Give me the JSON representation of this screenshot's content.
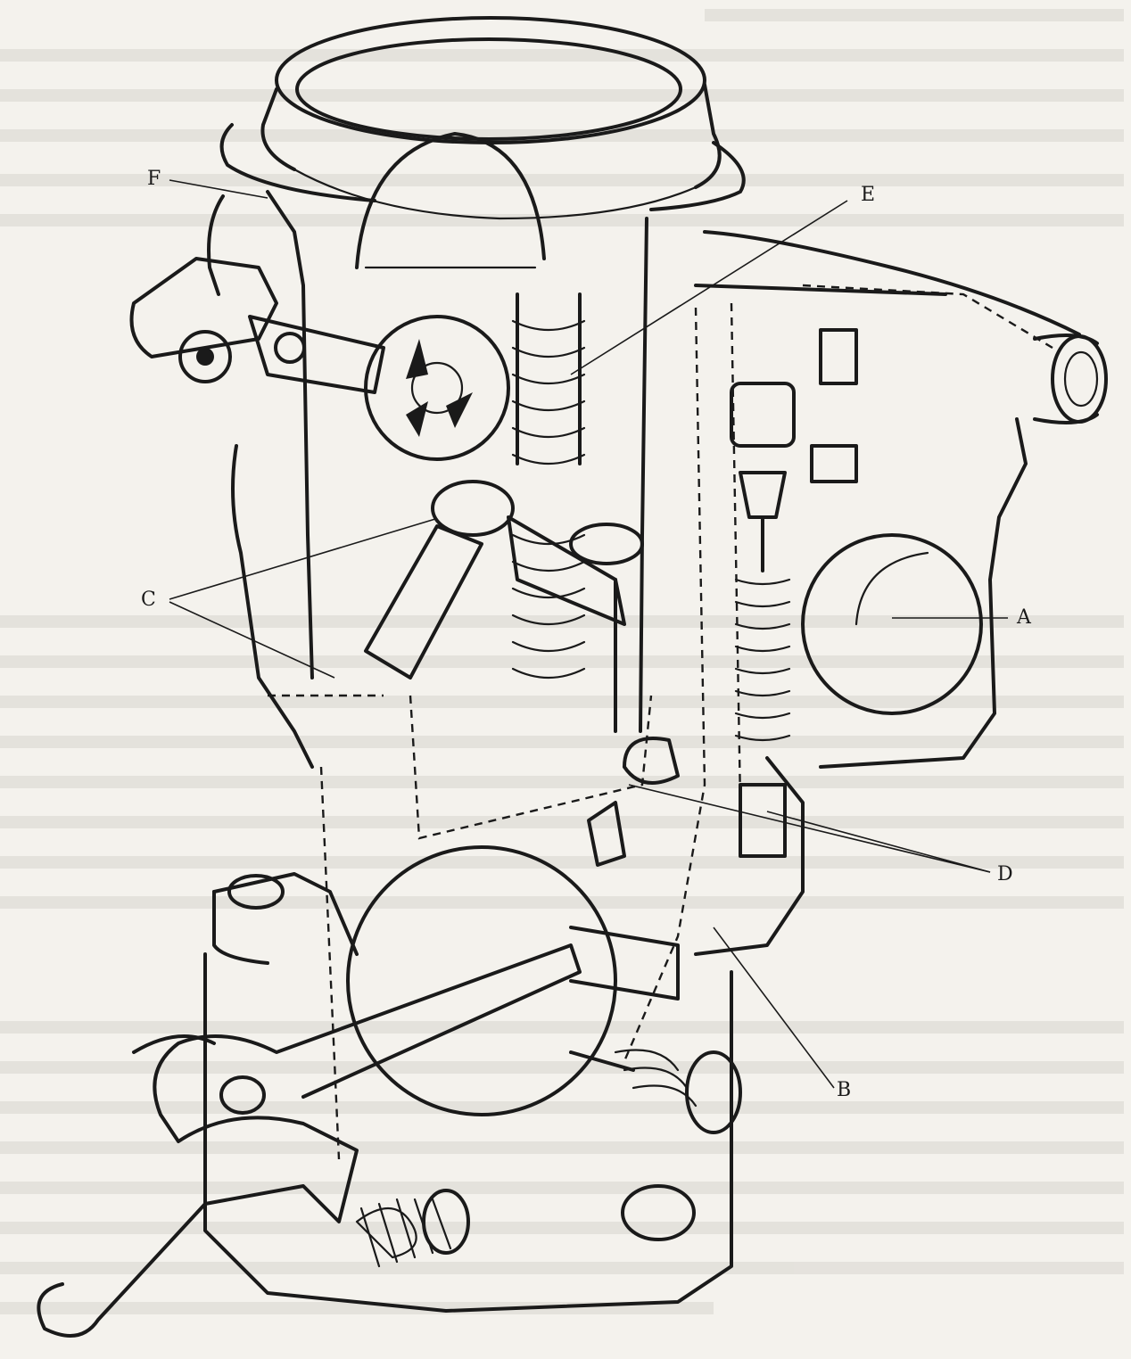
{
  "labels": {
    "A": "A",
    "B": "B",
    "C": "C",
    "D": "D",
    "E": "E",
    "F": "F"
  },
  "colors": {
    "ink": "#1a1a1a",
    "paper": "#f4f2ed"
  }
}
